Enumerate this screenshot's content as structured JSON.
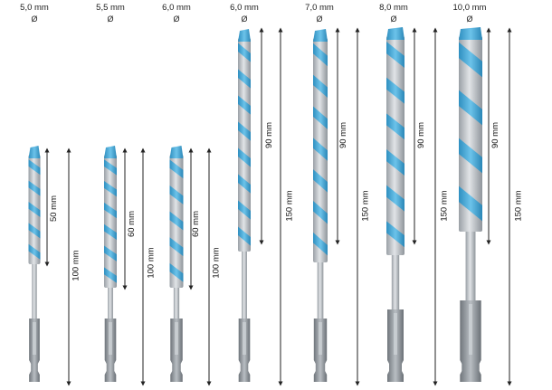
{
  "bits": [
    {
      "size": "5,0 mm",
      "symbol": "Ø",
      "working_length": "50 mm",
      "total_length": "100 mm"
    },
    {
      "size": "5,5 mm",
      "symbol": "Ø",
      "working_length": "60 mm",
      "total_length": "100 mm"
    },
    {
      "size": "6,0 mm",
      "symbol": "Ø",
      "working_length": "60 mm",
      "total_length": "100 mm"
    },
    {
      "size": "6,0 mm",
      "symbol": "Ø",
      "working_length": "90 mm",
      "total_length": "150 mm"
    },
    {
      "size": "7,0 mm",
      "symbol": "Ø",
      "working_length": "90 mm",
      "total_length": "150 mm"
    },
    {
      "size": "8,0 mm",
      "symbol": "Ø",
      "working_length": "90 mm",
      "total_length": "150 mm"
    },
    {
      "size": "10,0 mm",
      "symbol": "Ø",
      "working_length": "90 mm",
      "total_length": "150 mm"
    }
  ],
  "colors": {
    "flute_blue": "#3ea8da",
    "flute_steel": "#c9ced3",
    "shank": "#b3b8bd",
    "hex": "#8e9398",
    "arrow": "#222222"
  }
}
